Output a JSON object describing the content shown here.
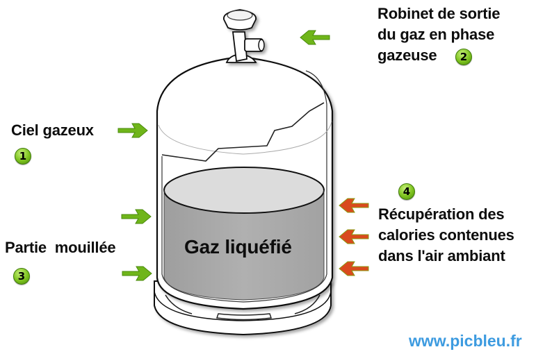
{
  "labels": {
    "ciel_gazeux": "Ciel gazeux",
    "robinet": [
      "Robinet de sortie",
      "du gaz en phase",
      "gazeuse"
    ],
    "partie_mouillee": "Partie  mouillée",
    "recuperation": [
      "Récupération des",
      "calories contenues",
      "dans l'air ambiant"
    ],
    "gaz_liquefie": "Gaz liquéfié"
  },
  "badges": [
    "1",
    "2",
    "3",
    "4"
  ],
  "watermark": "www.picbleu.fr",
  "colors": {
    "green_arrow": "#6fb51a",
    "red_arrow": "#d94a1e",
    "liquid": "#a9a9a9",
    "liquid_top": "#d8d8d8",
    "url": "#3d9be0"
  }
}
